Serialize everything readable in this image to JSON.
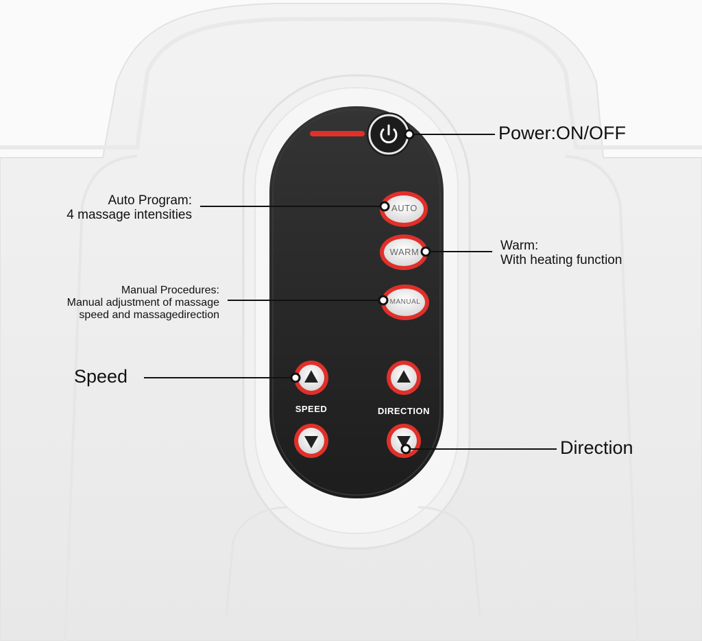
{
  "callouts": {
    "power": "Power:ON/OFF",
    "auto": [
      "Auto Program:",
      "4 massage intensities"
    ],
    "warm": [
      "Warm:",
      "With heating function"
    ],
    "manual": [
      "Manual Procedures:",
      "Manual adjustment of massage",
      "speed and massagedirection"
    ],
    "speed": "Speed",
    "direction": "Direction"
  },
  "remote": {
    "auto_label": "AUTO",
    "warm_label": "WARM",
    "manual_label": "MANUAL",
    "speed_label": "SPEED",
    "direction_label": "DIRECTION",
    "icons": [
      "power-icon",
      "triangle-up-icon",
      "triangle-down-icon"
    ]
  },
  "colors": {
    "panel": "#2a2a2a",
    "accent_red": "#e0302a",
    "button_face": "#f2f2f2",
    "leader_line": "#111111"
  }
}
